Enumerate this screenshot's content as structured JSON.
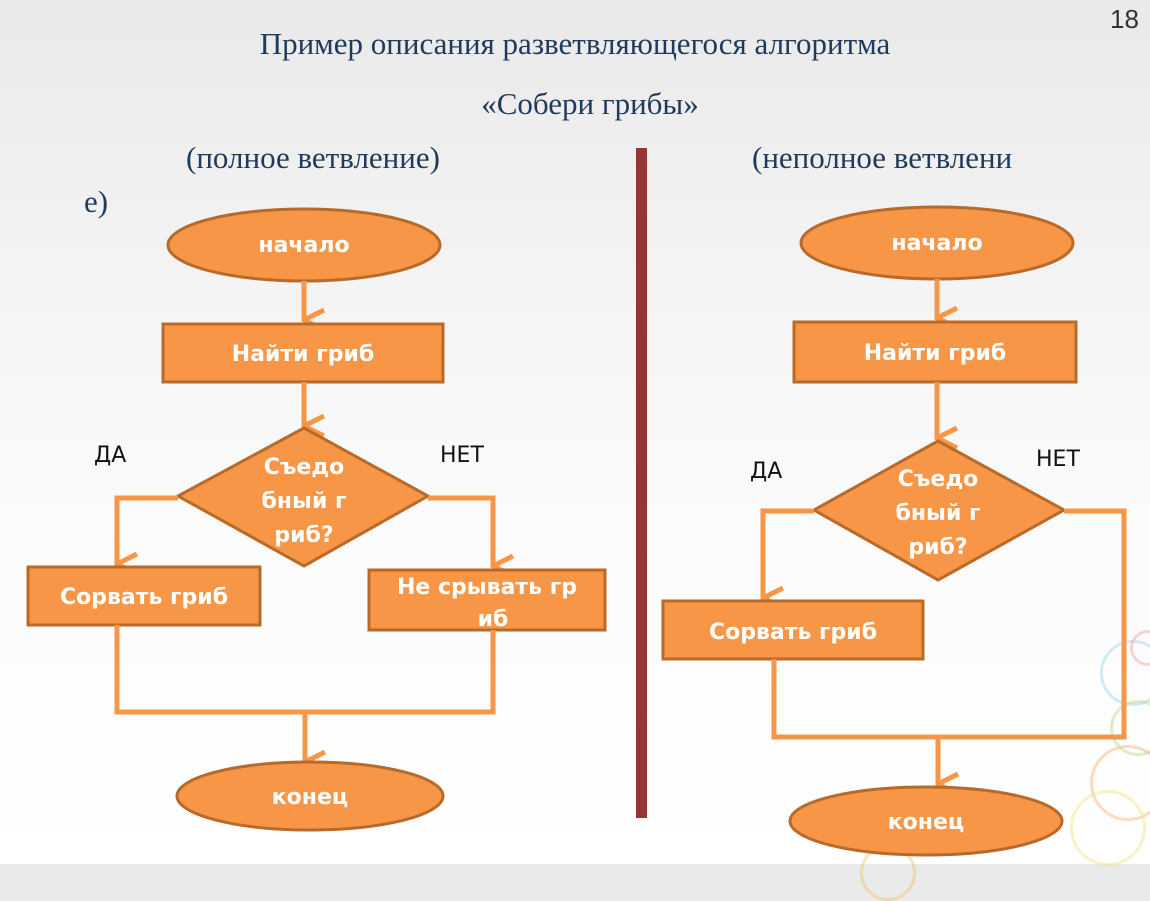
{
  "slide": {
    "number": "18",
    "title_line1": "Пример описания разветвляющегося алгоритма",
    "title_line2": "«Собери грибы»",
    "subtitle_left": "(полное ветвление)",
    "subtitle_left_overflow": "е)",
    "subtitle_right": "(неполное ветвлени"
  },
  "colors": {
    "node_fill": "#f79646",
    "node_border": "#b86a2a",
    "connector": "#f79646",
    "divider": "#963634",
    "title_text": "#1f3a5a"
  },
  "full_branch": {
    "start": "начало",
    "process": "Найти гриб",
    "decision": [
      "Съедо",
      "бный г",
      "риб?"
    ],
    "yes_label": "ДА",
    "no_label": "НЕТ",
    "yes_action": "Сорвать гриб",
    "no_action": [
      "Не срывать гр",
      "иб"
    ],
    "end": "конец"
  },
  "partial_branch": {
    "start": "начало",
    "process": "Найти гриб",
    "decision": [
      "Съедо",
      "бный г",
      "риб?"
    ],
    "yes_label": "ДА",
    "no_label": "НЕТ",
    "yes_action": "Сорвать гриб",
    "end": "конец"
  }
}
